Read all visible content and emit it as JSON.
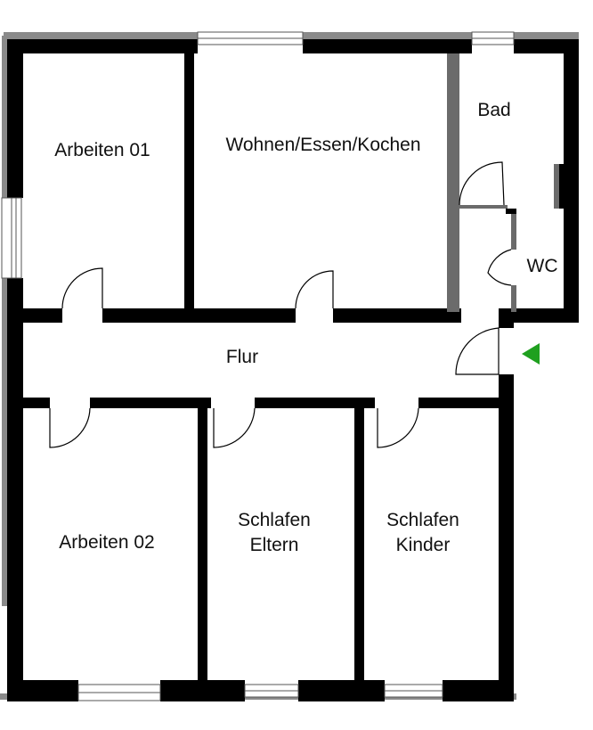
{
  "floor_plan": {
    "rooms": {
      "arbeiten_01": "Arbeiten 01",
      "wohnen": "Wohnen/Essen/Kochen",
      "bad": "Bad",
      "wc": "WC",
      "flur": "Flur",
      "arbeiten_02": "Arbeiten 02",
      "schlafen_eltern": [
        "Schlafen",
        "Eltern"
      ],
      "schlafen_kinder": [
        "Schlafen",
        "Kinder"
      ]
    },
    "colors": {
      "wall": "#000000",
      "thin_wall": "#6b6b6b",
      "background": "#ffffff",
      "entrance_marker": "#1fa01f"
    },
    "icons": {
      "entrance": "triangle-left-icon"
    }
  }
}
